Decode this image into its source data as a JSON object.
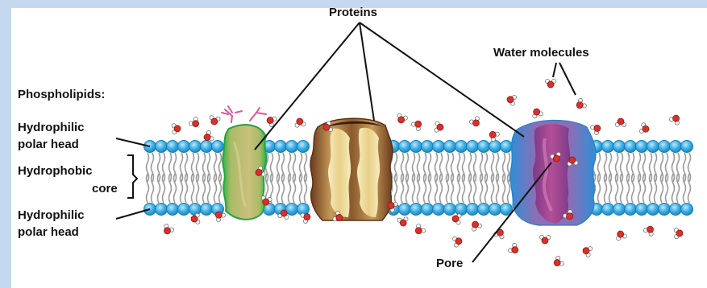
{
  "labels": {
    "proteins": "Proteins",
    "water_molecules": "Water molecules",
    "phospholipids": "Phospholipids:",
    "hydrophilic_top_line1": "Hydrophilic",
    "hydrophilic_top_line2": "polar head",
    "hydrophobic_line1": "Hydrophobic",
    "hydrophobic_line2": "core",
    "hydrophilic_bottom_line1": "Hydrophilic",
    "hydrophilic_bottom_line2": "polar head",
    "pore": "Pore"
  },
  "colors": {
    "frame": "#c5d9ee",
    "head_fill": "#3fb0e6",
    "head_stroke": "#1a7fb5",
    "tail": "#9a9a9a",
    "water_oxygen": "#d9302c",
    "water_hydrogen": "#ffffff",
    "protein_glycoprotein": "#b7bf6a",
    "protein_glycoprotein_edge": "#33b64a",
    "glyco_chain": "#e0559a",
    "protein_channel_dark": "#6b3a1c",
    "protein_channel_light": "#f4e8b4",
    "protein_pore_outer": "#2f8fd8",
    "protein_pore_inner": "#8a3f88"
  }
}
